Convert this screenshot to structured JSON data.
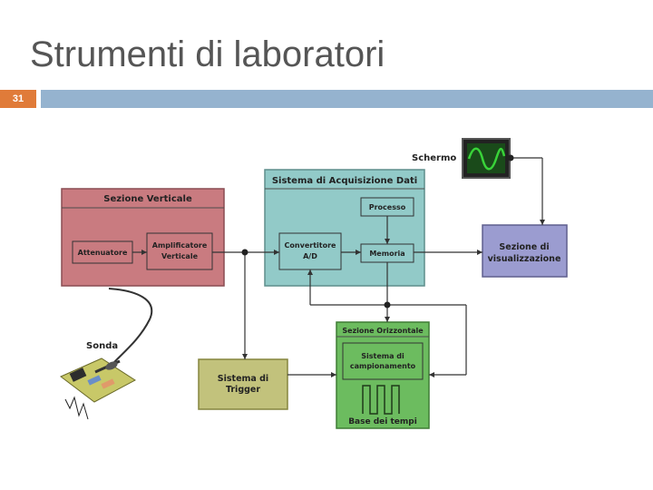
{
  "slide": {
    "title": "Strumenti di laboratori",
    "number": "31"
  },
  "diagram": {
    "screen_label": "Schermo",
    "vertical_section": "Sezione Verticale",
    "attenuator": "Attenuatore",
    "amplifier_line1": "Amplificatore",
    "amplifier_line2": "Verticale",
    "acquisition_system": "Sistema di Acquisizione Dati",
    "process": "Processo",
    "converter_line1": "Convertitore",
    "converter_line2": "A/D",
    "memory": "Memoria",
    "display_line1": "Sezione di",
    "display_line2": "visualizzazione",
    "horizontal_section": "Sezione Orizzontale",
    "sampling_line1": "Sistema di",
    "sampling_line2": "campionamento",
    "time_base": "Base dei tempi",
    "trigger_line1": "Sistema di",
    "trigger_line2": "Trigger",
    "probe": "Sonda"
  },
  "colors": {
    "vertical": "#c97b80",
    "acquisition": "#92cac8",
    "display": "#9b9cd0",
    "horizontal": "#6cbc5f",
    "trigger": "#c2c27c",
    "accent": "#e07b39",
    "header_bar": "#95b3cf"
  }
}
